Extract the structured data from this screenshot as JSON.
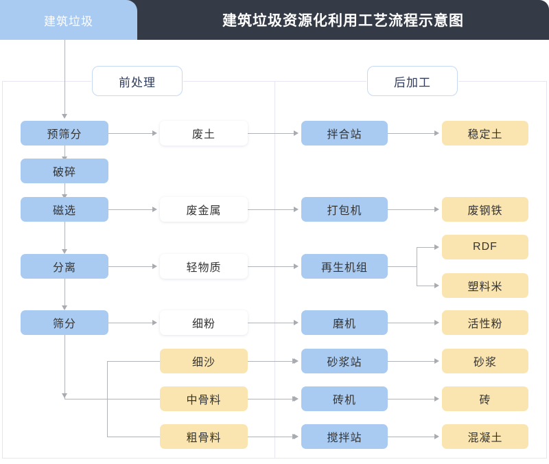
{
  "header": {
    "source_tab": "建筑垃圾",
    "title": "建筑垃圾资源化利用工艺流程示意图"
  },
  "phases": [
    {
      "id": "pre",
      "label": "前处理"
    },
    {
      "id": "post",
      "label": "后加工"
    }
  ],
  "columns": {
    "process": [
      {
        "label": "预筛分",
        "color": "#a9cbf2"
      },
      {
        "label": "破碎",
        "color": "#a9cbf2"
      },
      {
        "label": "磁选",
        "color": "#a9cbf2"
      },
      {
        "label": "分离",
        "color": "#a9cbf2"
      },
      {
        "label": "筛分",
        "color": "#a9cbf2"
      }
    ],
    "materials": [
      {
        "label": "废土",
        "color": "#ffffff"
      },
      {
        "label": "废金属",
        "color": "#ffffff"
      },
      {
        "label": "轻物质",
        "color": "#ffffff"
      },
      {
        "label": "细粉",
        "color": "#ffffff"
      },
      {
        "label": "细沙",
        "color": "#fae5b0"
      },
      {
        "label": "中骨料",
        "color": "#fae5b0"
      },
      {
        "label": "粗骨料",
        "color": "#fae5b0"
      }
    ],
    "equipment": [
      {
        "label": "拌合站",
        "color": "#a9cbf2"
      },
      {
        "label": "打包机",
        "color": "#a9cbf2"
      },
      {
        "label": "再生机组",
        "color": "#a9cbf2"
      },
      {
        "label": "磨机",
        "color": "#a9cbf2"
      },
      {
        "label": "砂浆站",
        "color": "#a9cbf2"
      },
      {
        "label": "砖机",
        "color": "#a9cbf2"
      },
      {
        "label": "搅拌站",
        "color": "#a9cbf2"
      }
    ],
    "products": [
      {
        "label": "稳定土",
        "color": "#fae5b0"
      },
      {
        "label": "废钢铁",
        "color": "#fae5b0"
      },
      {
        "label": "RDF",
        "color": "#fae5b0"
      },
      {
        "label": "塑料米",
        "color": "#fae5b0"
      },
      {
        "label": "活性粉",
        "color": "#fae5b0"
      },
      {
        "label": "砂浆",
        "color": "#fae5b0"
      },
      {
        "label": "砖",
        "color": "#fae5b0"
      },
      {
        "label": "混凝土",
        "color": "#fae5b0"
      }
    ]
  },
  "palette": {
    "header_bg": "#343a46",
    "blue_node": "#a9cbf2",
    "yellow_node": "#fae5b0",
    "white_node": "#ffffff",
    "connector": "#b0b3b8",
    "frame_border": "#e6e6f2",
    "phase_border": "#c5d9f5",
    "title_text": "#ffffff"
  }
}
